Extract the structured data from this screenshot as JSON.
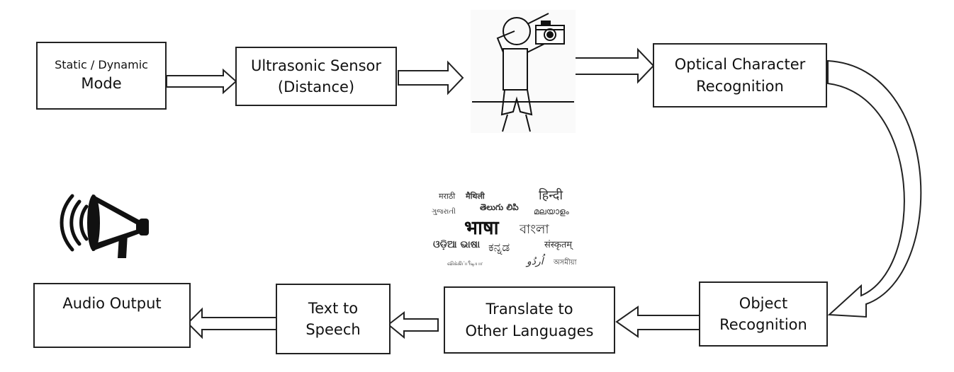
{
  "boxes": {
    "mode": {
      "line1": "Static / Dynamic",
      "line2": "Mode"
    },
    "ultrasonic": {
      "line1": "Ultrasonic Sensor",
      "line2": "(Distance)"
    },
    "ocr": {
      "line1": "Optical Character",
      "line2": "Recognition"
    },
    "object": {
      "line1": "Object",
      "line2": "Recognition"
    },
    "translate": {
      "line1": "Translate to",
      "line2": "Other Languages"
    },
    "tts": {
      "line1": "Text to",
      "line2": "Speech"
    },
    "audio": {
      "line1": "Audio Output"
    }
  },
  "language_cloud": {
    "marathi": "मराठी",
    "maithili": "मैथिली",
    "hindi": "हिन्दी",
    "gujarati": "ગુજરાતી",
    "telugu": "తెలుగు లిపి",
    "malayalam": "മലയാളം",
    "bhasha": "भाषा",
    "bangla": "বাংলা",
    "odia": "ଓଡ଼ିଆ ଭାଷା",
    "kannada": "ಕನ್ನಡ",
    "sanskrit": "संस्कृतम्",
    "tamil": "விக்கிப்பீடியா",
    "urdu": "اُردُو",
    "assamese": "অসমীয়া"
  },
  "icons": {
    "camera": "person-with-camera-icon",
    "megaphone": "megaphone-icon"
  }
}
